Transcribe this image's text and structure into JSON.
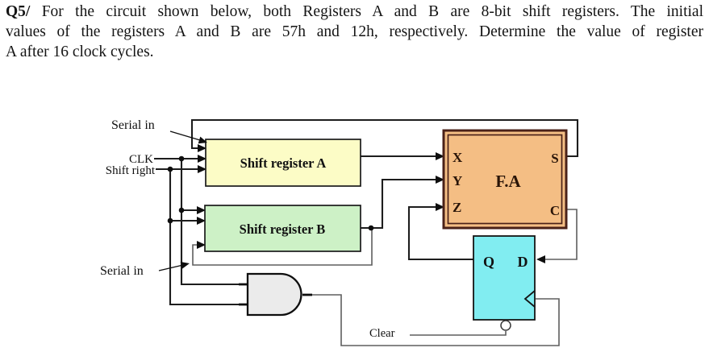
{
  "question": {
    "number": "Q5/",
    "line1": "For the circuit shown below, both Registers A and B are 8-bit shift registers. The initial",
    "line2": "values of the registers A and B are 57h and 12h, respectively. Determine the value of register",
    "line3": "A after 16 clock cycles."
  },
  "circuit": {
    "labels": {
      "serial_in_top": "Serial in",
      "clk": "CLK",
      "shift_right": "Shift right",
      "serial_in_bottom": "Serial in",
      "clear": "Clear"
    },
    "blocks": {
      "reg_a": {
        "label": "Shift register A",
        "fill": "#FCFCC6"
      },
      "reg_b": {
        "label": "Shift register B",
        "fill": "#CDF1C6"
      },
      "full_adder": {
        "label": "F.A",
        "inputs": [
          "X",
          "Y",
          "Z"
        ],
        "outputs": [
          "S",
          "C"
        ],
        "fill": "#F4BE84",
        "frame": "#4A2118"
      },
      "d_flipflop": {
        "output_label": "Q",
        "input_label": "D",
        "fill": "#81EDF1"
      },
      "and_gate": {
        "type": "AND",
        "fill": "#EBEBEB"
      }
    },
    "wire_colors": {
      "main": "#1d1d1d",
      "loop": "#5e5e5e"
    }
  }
}
